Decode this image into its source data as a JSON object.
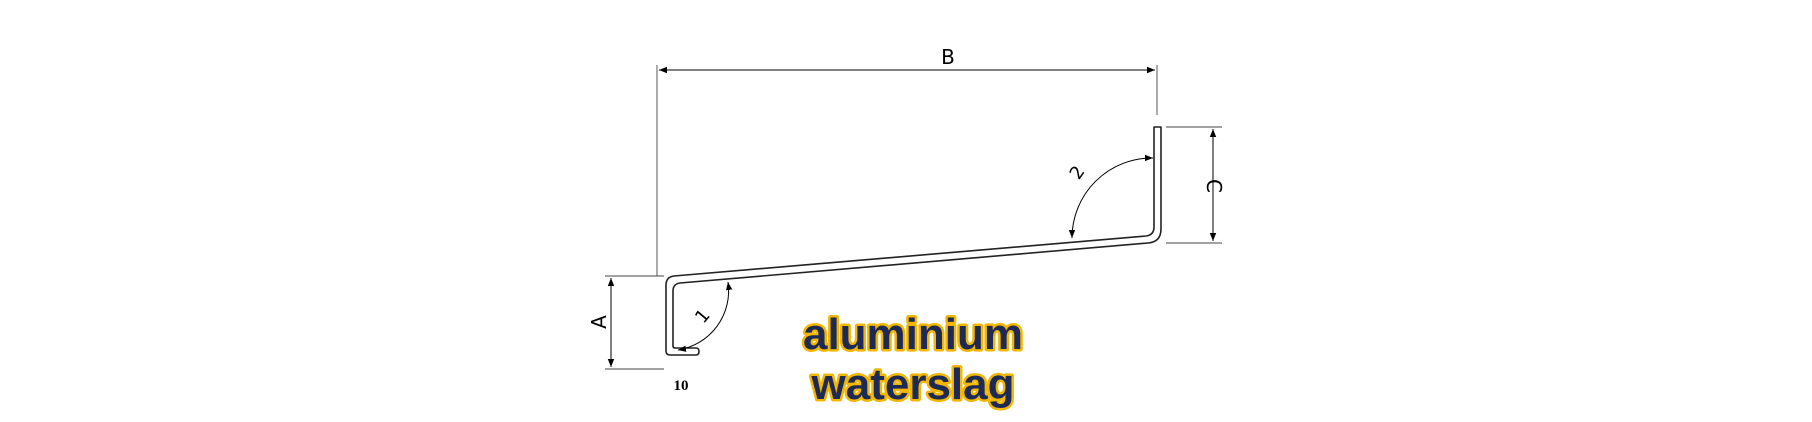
{
  "dimensions": {
    "a": "A",
    "b": "B",
    "c": "C",
    "angle_1": "1",
    "angle_2": "2",
    "lip": "10"
  },
  "brand": {
    "line1": "aluminium",
    "line2": "waterslag",
    "fill_color": "#1c2a55",
    "outline_color": "#f2b705"
  }
}
